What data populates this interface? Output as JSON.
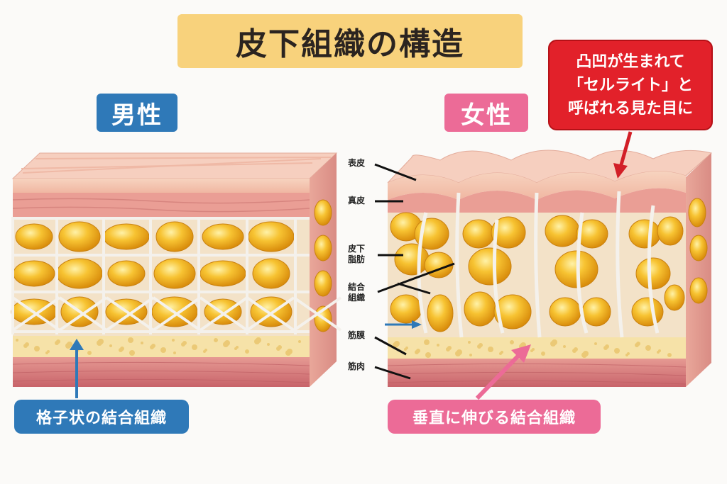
{
  "title": "皮下組織の構造",
  "male": {
    "badge": "男性",
    "bottom_label": "格子状の結合組織"
  },
  "female": {
    "badge": "女性",
    "bottom_label": "垂直に伸びる結合組織"
  },
  "callout": {
    "lines": [
      "凸凹が生まれて",
      "「セルライト」と",
      "呼ばれる見た目に"
    ]
  },
  "layers": {
    "epidermis": "表皮",
    "dermis": "真皮",
    "subcutaneous_fat": [
      "皮下",
      "脂肪"
    ],
    "connective_tissue": [
      "結合",
      "組織"
    ],
    "fascia": "筋膜",
    "muscle": "筋肉"
  },
  "colors": {
    "title_bg": "#f8d27c",
    "male": "#2f79b8",
    "female": "#ec6b97",
    "callout": "#e2212a",
    "fat": "#f2b01e",
    "skin": "#f2b6a6",
    "muscle": "#d9787a"
  }
}
